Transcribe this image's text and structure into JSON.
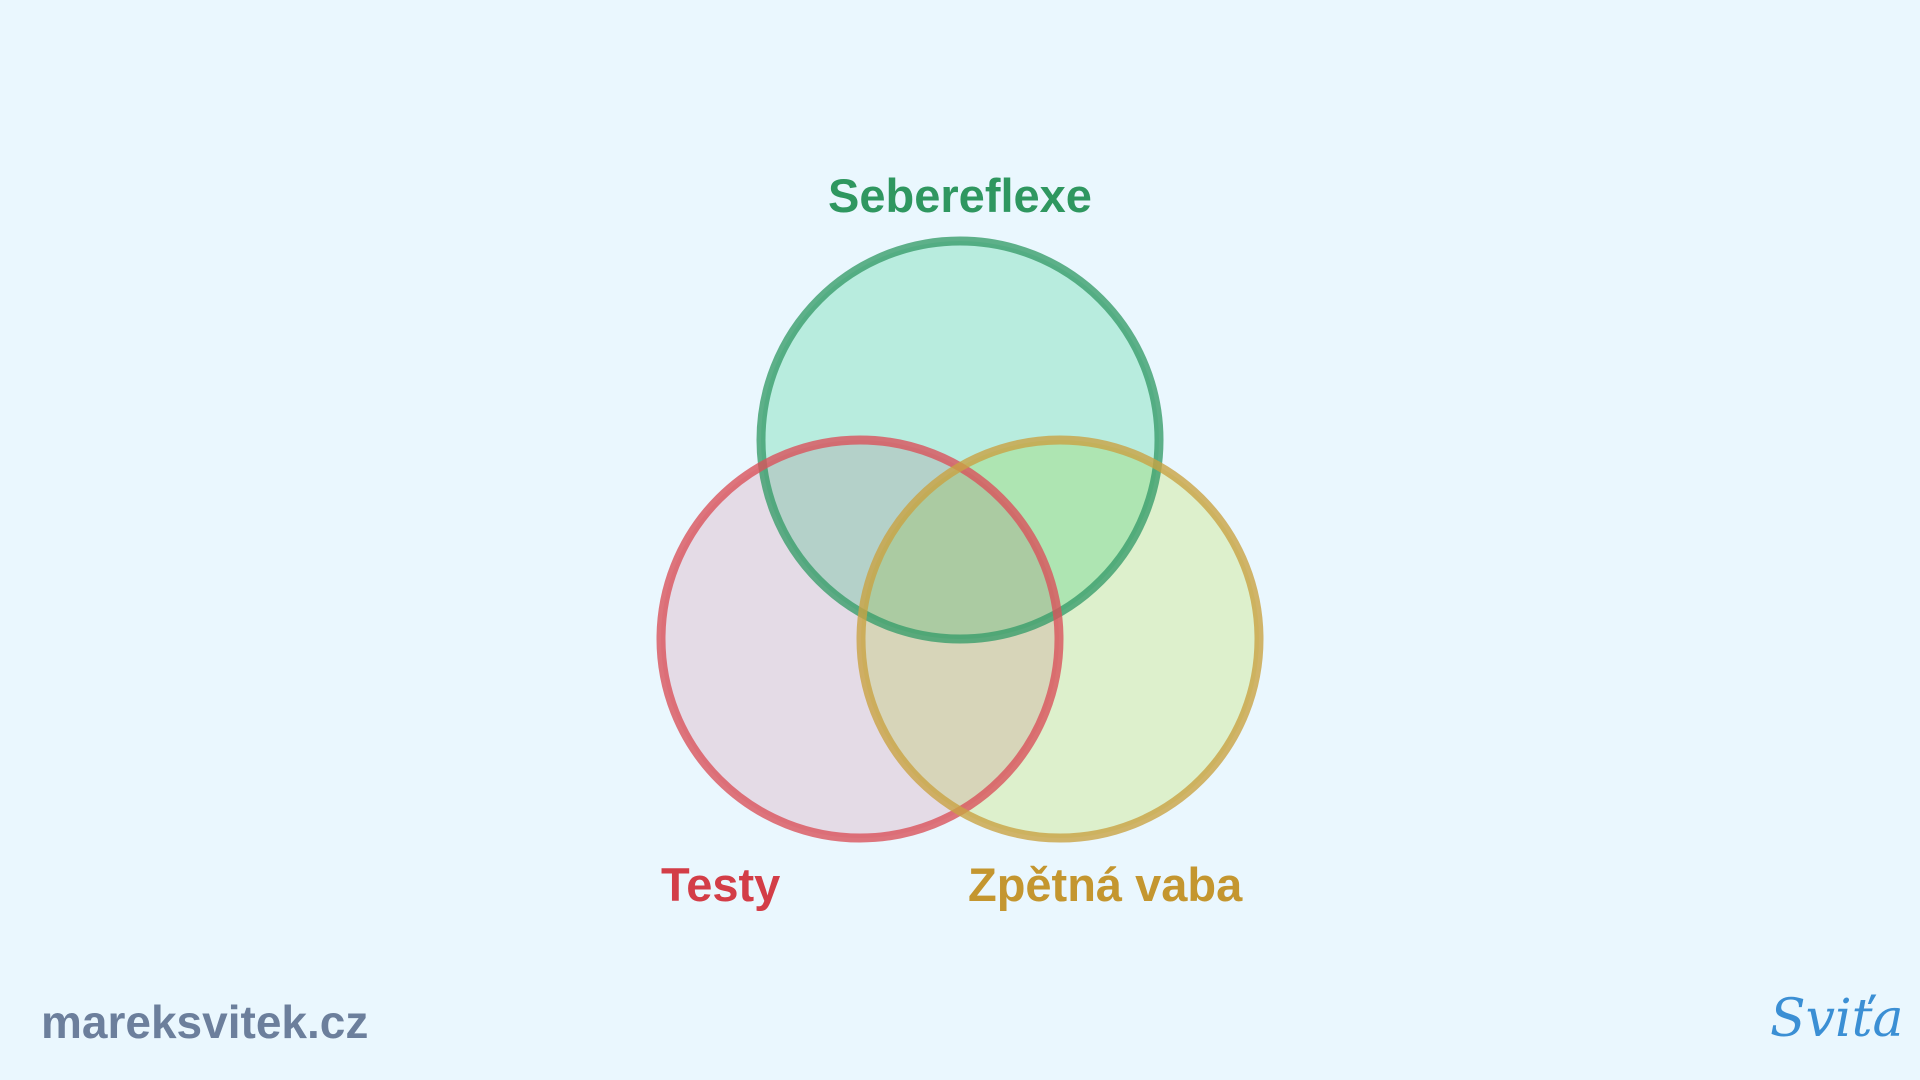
{
  "diagram": {
    "type": "venn",
    "sets": [
      {
        "id": "sebereflexe",
        "label": "Sebereflexe",
        "stroke": "#3a9e6c",
        "fill": "#9debc4",
        "label_color": "#2f9760"
      },
      {
        "id": "testy",
        "label": "Testy",
        "stroke": "#d9535b",
        "fill": "#f2bfc9",
        "label_color": "#d33d47"
      },
      {
        "id": "zpetna-vaba",
        "label": "Zpětná vaba",
        "stroke": "#c9a243",
        "fill": "#e6f3a4",
        "label_color": "#c4962f"
      }
    ]
  },
  "footer": {
    "website": "mareksvitek.cz",
    "website_color": "#6c7f9c",
    "signature": "Sviťa",
    "signature_color": "#3b8fd4"
  },
  "background_color": "#eaf7fe"
}
